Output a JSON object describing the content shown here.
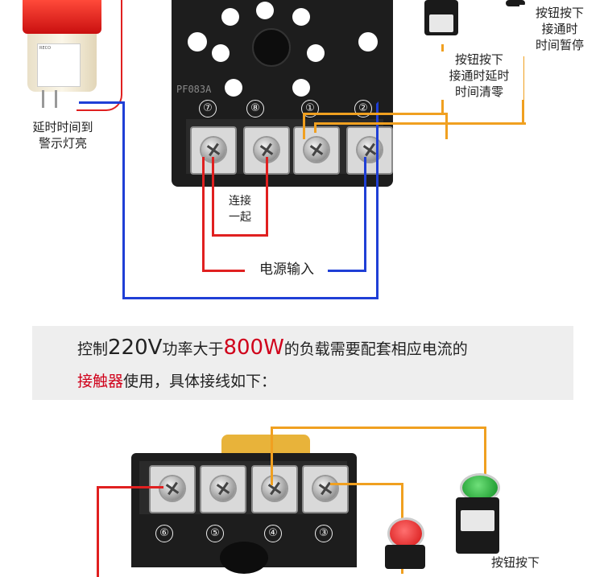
{
  "top_diagram": {
    "alarm_caption": [
      "延时时间到",
      "警示灯亮"
    ],
    "terminal_labels": [
      "⑦",
      "⑧",
      "①",
      "②"
    ],
    "connect_caption": [
      "连接",
      "一起"
    ],
    "power_caption": "电源输入",
    "button_clear_caption": [
      "按钮按下",
      "接通时延时",
      "时间清零"
    ],
    "button_pause_caption": [
      "按钮按下",
      "接通时",
      "时间暂停"
    ],
    "relay_model": "PF083A",
    "label_text": "RECO"
  },
  "banner": {
    "line1_a": "控制",
    "line1_voltage": "220V",
    "line1_b": "功率大于",
    "line1_power": "800W",
    "line1_c": "的负载需要配套相应电流的",
    "line2_highlight": "接触器",
    "line2_rest": "使用，具体接线如下："
  },
  "bottom_diagram": {
    "terminal_labels": [
      "⑥",
      "⑤",
      "④",
      "③"
    ],
    "button_caption": "按钮按下"
  },
  "colors": {
    "wire_red": "#e02020",
    "wire_blue": "#1f3fd6",
    "wire_orange": "#f0a020",
    "relay_black": "#1d1d1d",
    "base_yellow": "#e8b33a"
  }
}
